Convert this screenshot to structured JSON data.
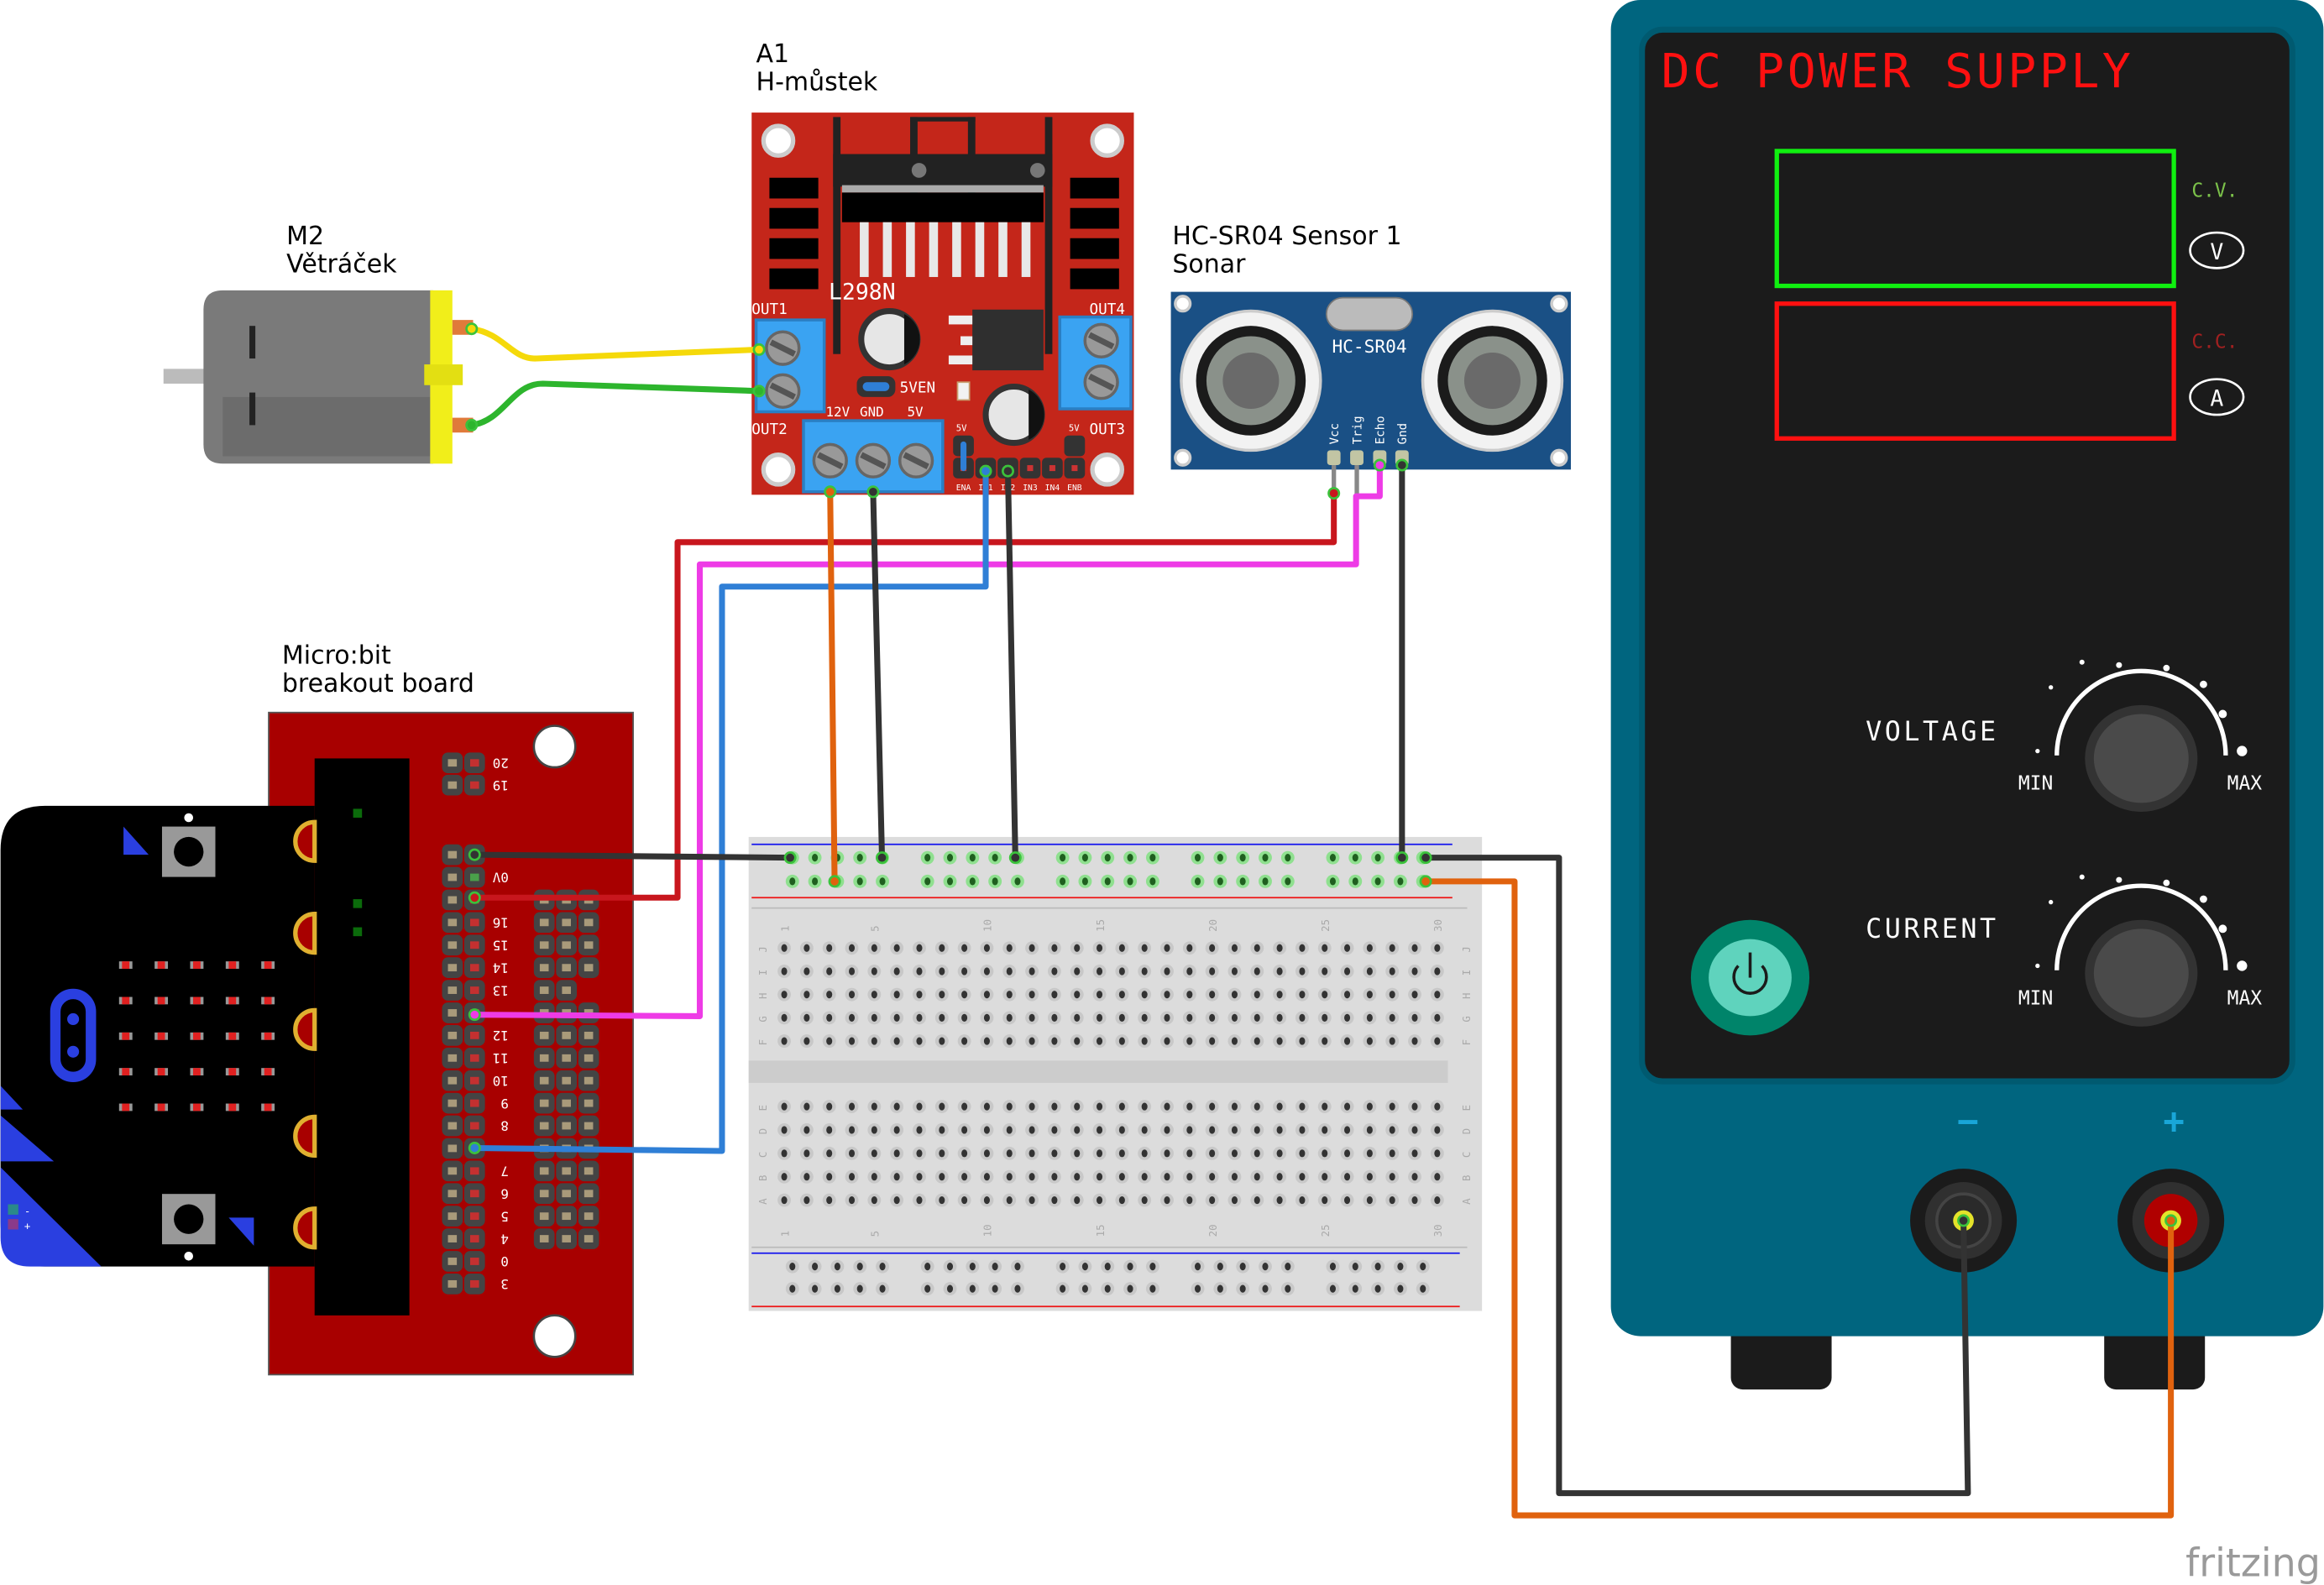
{
  "parts": {
    "motor": {
      "ref": "M2",
      "name": "Větráček"
    },
    "hbridge": {
      "ref": "A1",
      "name": "H-můstek",
      "chip": "L298N",
      "out1": "OUT1",
      "out2": "OUT2",
      "out3": "OUT3",
      "out4": "OUT4",
      "jumper": "5VEN",
      "pwr_labels": [
        "12V",
        "GND",
        "5V"
      ],
      "pin_labels": [
        "ENA",
        "IN1",
        "IN2",
        "IN3",
        "IN4",
        "ENB"
      ],
      "small_5v": "5V"
    },
    "sonar": {
      "ref": "HC-SR04 Sensor 1",
      "name": "Sonar",
      "silk": "HC-SR04",
      "pins": [
        "Vcc",
        "Trig",
        "Echo",
        "Gnd"
      ]
    },
    "microbit": {
      "ref": "Micro:bit",
      "name": "breakout board",
      "pin_labels_top": [
        "20",
        "19"
      ],
      "pin_labels": [
        "",
        "0V",
        "",
        "16",
        "15",
        "14",
        "13",
        "",
        "12",
        "11",
        "10",
        "9",
        "8",
        "",
        "7",
        "6",
        "5",
        "4",
        "0",
        "3"
      ],
      "bat_minus": "-",
      "bat_plus": "+"
    },
    "breadboard": {
      "rows_top": [
        "J",
        "I",
        "H",
        "G",
        "F"
      ],
      "rows_bottom": [
        "E",
        "D",
        "C",
        "B",
        "A"
      ],
      "column_numbers": [
        "1",
        "5",
        "10",
        "15",
        "20",
        "25",
        "30"
      ]
    },
    "power_supply": {
      "title": "DC POWER SUPPLY",
      "cv": "C.V.",
      "cc": "C.C.",
      "volt_unit": "V",
      "amp_unit": "A",
      "voltage": "VOLTAGE",
      "current": "CURRENT",
      "min": "MIN",
      "max": "MAX",
      "minus": "−",
      "plus": "+"
    }
  },
  "wires": [
    {
      "name": "yellow-wire",
      "color": "#f5d90a"
    },
    {
      "name": "green-wire",
      "color": "#2db52d"
    },
    {
      "name": "red-wire",
      "color": "#c8161d"
    },
    {
      "name": "magenta-wire",
      "color": "#ee3be6"
    },
    {
      "name": "blue-wire",
      "color": "#2f7fd6"
    },
    {
      "name": "orange-wire",
      "color": "#e0620e"
    },
    {
      "name": "black-wire",
      "color": "#333333"
    }
  ],
  "watermark": "fritzing"
}
